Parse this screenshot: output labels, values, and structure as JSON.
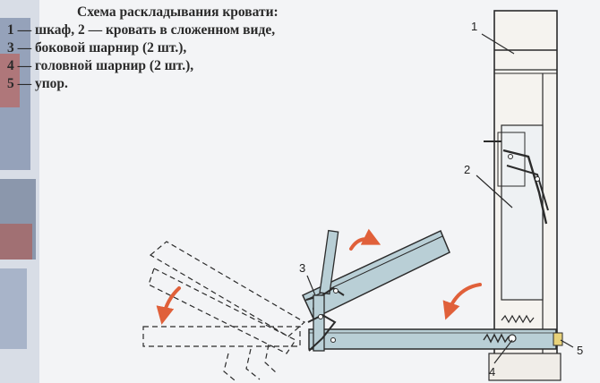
{
  "legend": {
    "title": "Схема раскладывания кровати:",
    "lines": [
      "1 — шкаф, 2 — кровать в сложенном виде,",
      "3 — боковой шарнир (2 шт.),",
      "4 — головной шарнир (2 шт.),",
      "5 — упор."
    ]
  },
  "callouts": {
    "n1": "1",
    "n2": "2",
    "n3": "3",
    "n4": "4",
    "n5": "5"
  },
  "colors": {
    "bed_fill": "#b9cfd6",
    "outline": "#2b2b2b",
    "arrow": "#e0603a",
    "cabinet": "#f4f2ef",
    "left_strip": "#5a6c8a"
  }
}
